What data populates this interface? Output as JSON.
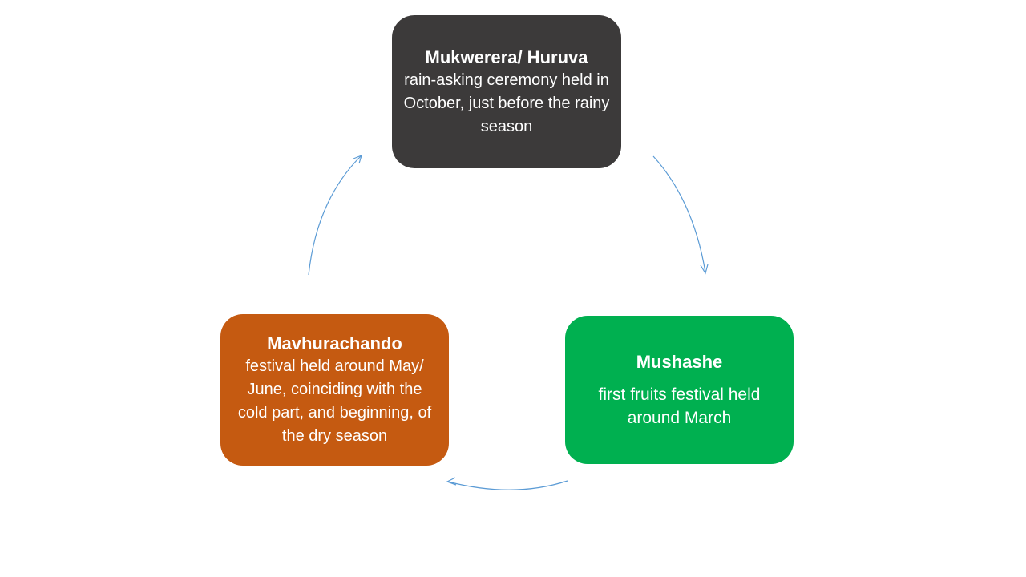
{
  "colors": {
    "top_node": "#3c3a3a",
    "right_node": "#00b050",
    "left_node": "#c55a11",
    "arrow": "#5b9bd5"
  },
  "nodes": {
    "top": {
      "title": "Mukwerera/ Huruva",
      "desc": "rain-asking ceremony held in October, just before the rainy season"
    },
    "right": {
      "title": "Mushashe",
      "desc": "first fruits festival held around March"
    },
    "left": {
      "title": "Mavhurachando",
      "desc": "festival held around May/ June, coinciding with the cold part, and beginning, of the dry season"
    }
  }
}
